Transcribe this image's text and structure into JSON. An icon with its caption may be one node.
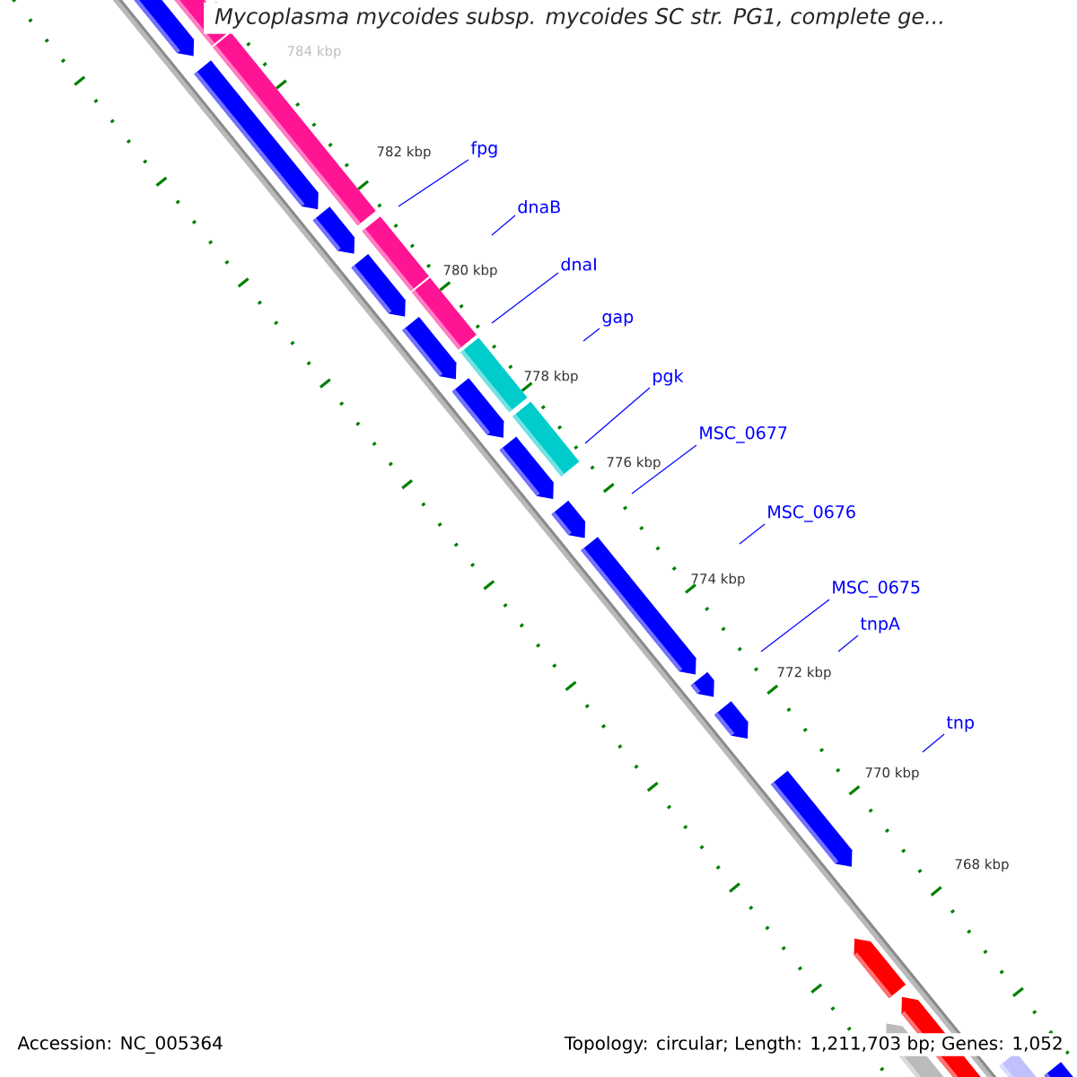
{
  "diagram": {
    "title": "Mycoplasma mycoides subsp. mycoides SC str. PG1, complete ge...",
    "nodes": [
      {
        "text": [
          "fpg"
        ]
      },
      {
        "text": [
          "dnaB"
        ]
      },
      {
        "text": [
          "dnaI"
        ]
      },
      {
        "text": [
          "gap"
        ]
      },
      {
        "text": [
          "pgk"
        ]
      },
      {
        "text": [
          "MSC_0677"
        ]
      },
      {
        "text": [
          "MSC_0676"
        ]
      },
      {
        "text": [
          "MSC_0675"
        ]
      },
      {
        "text": [
          "tnpA"
        ]
      },
      {
        "text": [
          "tnp"
        ]
      }
    ],
    "edges": [
      {
        "from": 0,
        "to": null,
        "arrow": "none"
      },
      {
        "from": 1,
        "to": null,
        "arrow": "none"
      },
      {
        "from": 2,
        "to": null,
        "arrow": "none"
      },
      {
        "from": 3,
        "to": null,
        "arrow": "none"
      },
      {
        "from": 4,
        "to": null,
        "arrow": "none"
      },
      {
        "from": 5,
        "to": null,
        "arrow": "none"
      },
      {
        "from": 6,
        "to": null,
        "arrow": "none"
      },
      {
        "from": 7,
        "to": null,
        "arrow": "none"
      },
      {
        "from": 8,
        "to": null,
        "arrow": "none"
      },
      {
        "from": 9,
        "to": null,
        "arrow": "none"
      }
    ],
    "labels": [
      "784 kbp",
      "782 kbp",
      "780 kbp",
      "778 kbp",
      "776 kbp",
      "774 kbp",
      "772 kbp",
      "770 kbp",
      "768 kbp",
      "Accession: NC_005364",
      "Topology: circular; Length: 1,211,703 bp; Genes: 1,052"
    ]
  }
}
